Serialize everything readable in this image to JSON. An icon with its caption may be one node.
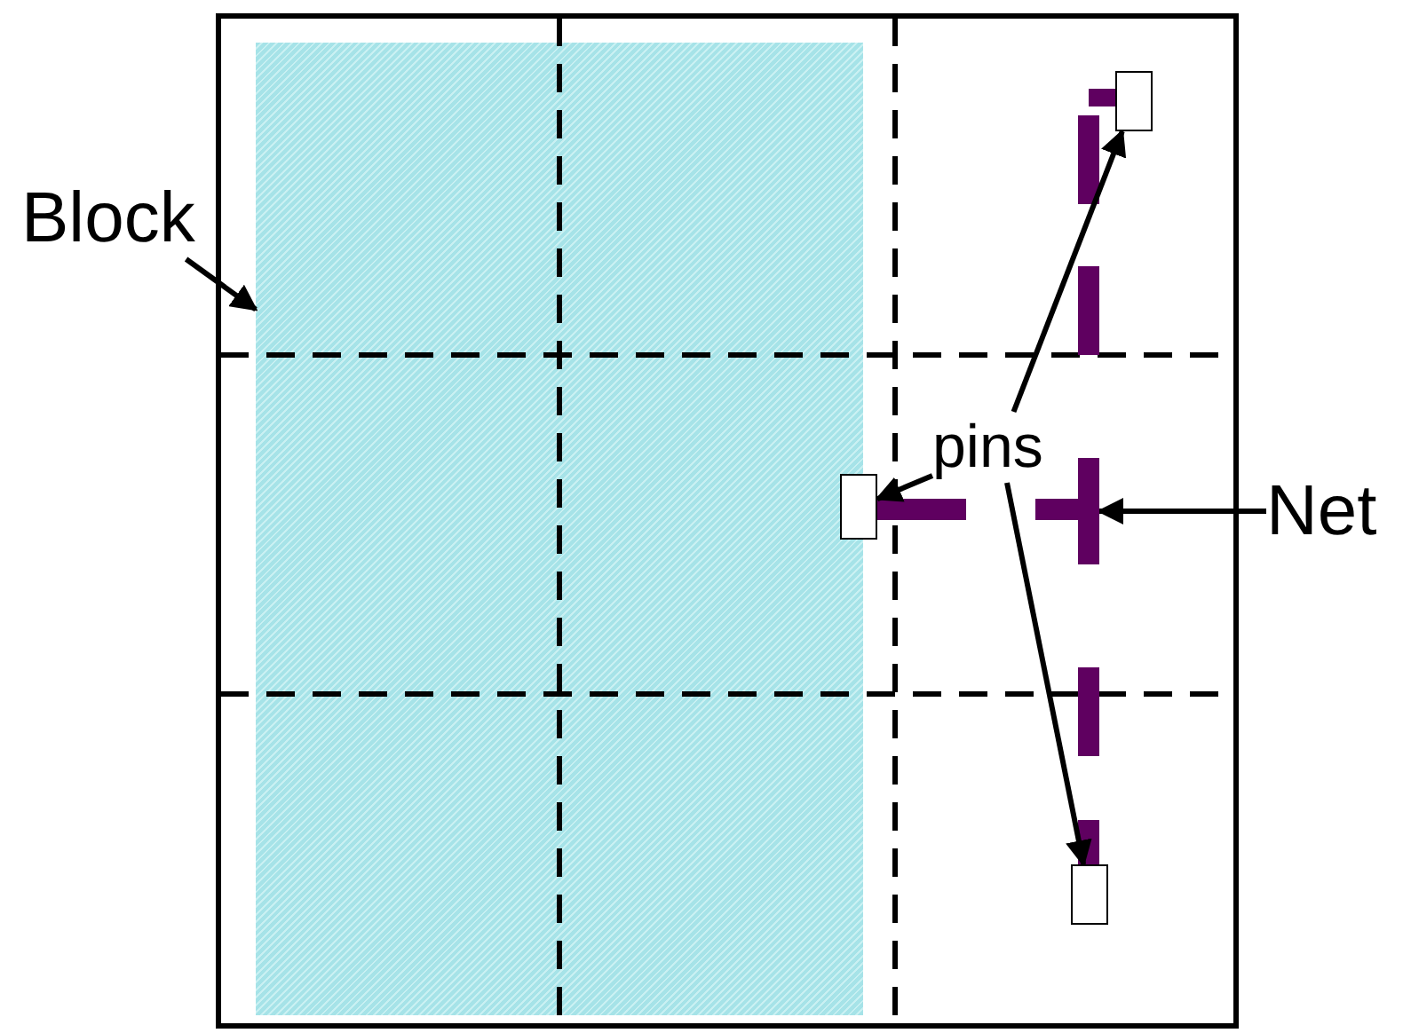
{
  "diagram": {
    "nodes": [
      {
        "text": [
          "Block"
        ]
      },
      {
        "text": [],
        "shape": "box"
      },
      {
        "text": [
          "pins"
        ]
      },
      {
        "text": [],
        "shape": "box"
      },
      {
        "text": [],
        "shape": "box"
      },
      {
        "text": [],
        "shape": "box"
      },
      {
        "text": [
          "Net"
        ]
      },
      {
        "text": [],
        "shape": "bar"
      }
    ],
    "edges": [
      {
        "from": 0,
        "to": 1,
        "arrow": "to"
      },
      {
        "from": 2,
        "to": 3,
        "arrow": "to"
      },
      {
        "from": 2,
        "to": 4,
        "arrow": "to"
      },
      {
        "from": 2,
        "to": 5,
        "arrow": "to"
      },
      {
        "from": 6,
        "to": 7,
        "arrow": "to"
      }
    ]
  }
}
